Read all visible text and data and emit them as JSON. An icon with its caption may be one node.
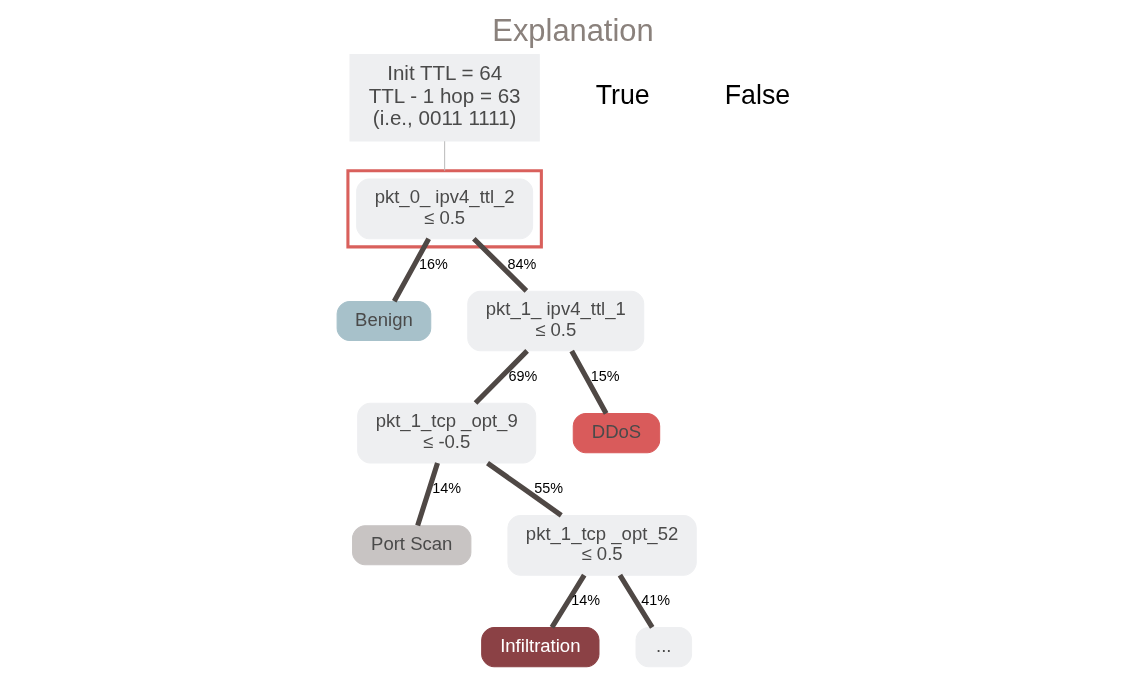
{
  "diagram": {
    "title": "Explanation",
    "nodes": [
      {
        "text": [
          "Init TTL = 64",
          "TTL - 1 hop = 63",
          "(i.e., 0011 1111)"
        ]
      },
      {
        "text": [],
        "shape": "box"
      },
      {
        "text": [
          "pkt_0_ ipv4_ttl_2",
          "≤ 0.5"
        ],
        "in": 1
      },
      {
        "text": [
          "Benign"
        ]
      },
      {
        "text": [
          "pkt_1_ ipv4_ttl_1",
          "≤ 0.5"
        ]
      },
      {
        "text": [
          "pkt_1_tcp _opt_9",
          "≤ -0.5"
        ]
      },
      {
        "text": [
          "DDoS"
        ]
      },
      {
        "text": [
          "Port Scan"
        ]
      },
      {
        "text": [
          "pkt_1_tcp _opt_52",
          "≤ 0.5"
        ]
      },
      {
        "text": [
          "Infiltration"
        ]
      },
      {
        "text": [
          "..."
        ]
      }
    ],
    "edges": [
      {
        "from": 0,
        "to": 1,
        "arrow": "none",
        "color": "#bbbbbb"
      },
      {
        "from": 2,
        "to": 3,
        "label": "16%",
        "arrow": "none"
      },
      {
        "from": 2,
        "to": 4,
        "label": "84%",
        "arrow": "none"
      },
      {
        "from": 4,
        "to": 5,
        "label": "69%",
        "arrow": "none"
      },
      {
        "from": 4,
        "to": 6,
        "label": "15%",
        "arrow": "none"
      },
      {
        "from": 5,
        "to": 7,
        "label": "14%",
        "arrow": "none"
      },
      {
        "from": 5,
        "to": 8,
        "label": "55%",
        "arrow": "none"
      },
      {
        "from": 8,
        "to": 9,
        "label": "14%",
        "arrow": "none"
      },
      {
        "from": 8,
        "to": 10,
        "label": "41%",
        "arrow": "none"
      }
    ],
    "labels": [
      "True",
      "False"
    ]
  }
}
